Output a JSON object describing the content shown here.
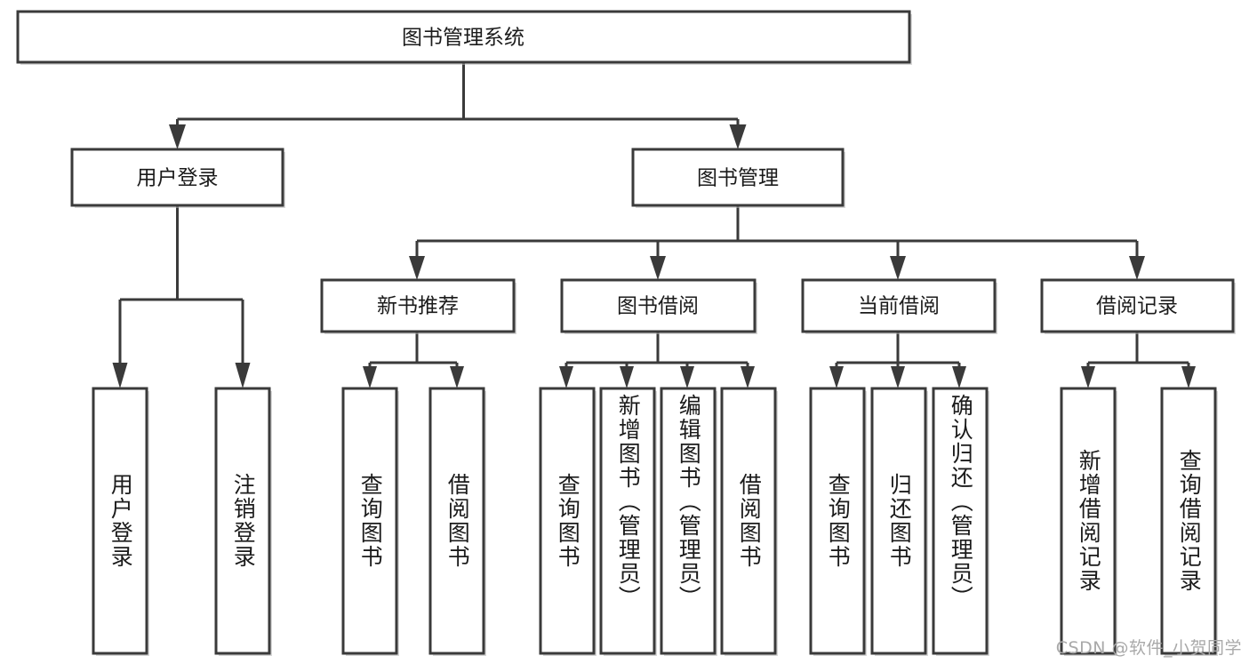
{
  "diagram": {
    "type": "tree-hierarchy-chart",
    "title": "图书管理系统",
    "watermark": "CSDN @软件_小贺同学",
    "colors": {
      "stroke": "#3a3a3a",
      "fill": "#ffffff",
      "text": "#1b1b1b",
      "watermark": "#a9a9a9"
    },
    "levels": {
      "level1": [
        {
          "id": "root",
          "label": "图书管理系统"
        }
      ],
      "level2": [
        {
          "id": "user-login",
          "label": "用户登录"
        },
        {
          "id": "book-management",
          "label": "图书管理"
        }
      ],
      "level3": [
        {
          "id": "new-book-recommend",
          "label": "新书推荐"
        },
        {
          "id": "book-borrow",
          "label": "图书借阅"
        },
        {
          "id": "current-borrow",
          "label": "当前借阅"
        },
        {
          "id": "borrow-record",
          "label": "借阅记录"
        }
      ],
      "level4": [
        {
          "id": "leaf-user-login",
          "label": "用户登录",
          "parent": "user-login"
        },
        {
          "id": "leaf-logout-login",
          "label": "注销登录",
          "parent": "user-login"
        },
        {
          "id": "leaf-query-book-1",
          "label": "查询图书",
          "parent": "new-book-recommend"
        },
        {
          "id": "leaf-borrow-book-1",
          "label": "借阅图书",
          "parent": "new-book-recommend"
        },
        {
          "id": "leaf-query-book-2",
          "label": "查询图书",
          "parent": "book-borrow"
        },
        {
          "id": "leaf-add-book",
          "label": "新增图书（管理员）",
          "parent": "book-borrow"
        },
        {
          "id": "leaf-edit-book",
          "label": "编辑图书（管理员）",
          "parent": "book-borrow"
        },
        {
          "id": "leaf-borrow-book-2",
          "label": "借阅图书",
          "parent": "book-borrow"
        },
        {
          "id": "leaf-query-book-3",
          "label": "查询图书",
          "parent": "current-borrow"
        },
        {
          "id": "leaf-return-book",
          "label": "归还图书",
          "parent": "current-borrow"
        },
        {
          "id": "leaf-confirm-return",
          "label": "确认归还（管理员）",
          "parent": "current-borrow"
        },
        {
          "id": "leaf-add-borrow-record",
          "label": "新增借阅记录",
          "parent": "borrow-record"
        },
        {
          "id": "leaf-query-borrow-record",
          "label": "查询借阅记录",
          "parent": "borrow-record"
        }
      ]
    }
  }
}
